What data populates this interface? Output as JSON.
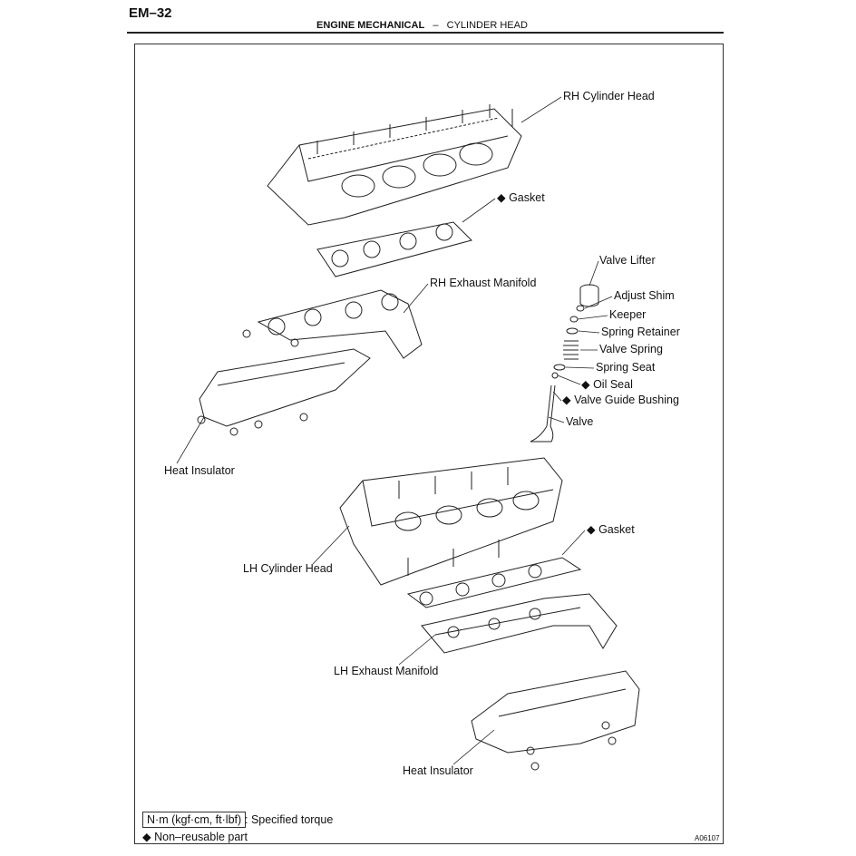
{
  "header": {
    "page_number": "EM–32",
    "section": "ENGINE MECHANICAL",
    "separator": "–",
    "subsection": "CYLINDER HEAD"
  },
  "diagram": {
    "labels": {
      "rh_cylinder_head": "RH Cylinder Head",
      "rh_gasket": "◆ Gasket",
      "valve_lifter": "Valve Lifter",
      "rh_exhaust_manifold": "RH Exhaust Manifold",
      "adjust_shim": "Adjust Shim",
      "keeper": "Keeper",
      "spring_retainer": "Spring Retainer",
      "valve_spring": "Valve Spring",
      "spring_seat": "Spring Seat",
      "oil_seal": "◆ Oil Seal",
      "valve_guide_bushing": "◆ Valve Guide Bushing",
      "valve": "Valve",
      "rh_heat_insulator": "Heat Insulator",
      "lh_gasket": "◆ Gasket",
      "lh_cylinder_head": "LH Cylinder Head",
      "lh_exhaust_manifold": "LH Exhaust Manifold",
      "lh_heat_insulator": "Heat Insulator"
    }
  },
  "legend": {
    "torque_unit": "N·m (kgf·cm, ft·lbf)",
    "torque_desc": ": Specified torque",
    "non_reusable": "◆ Non–reusable part"
  },
  "figure_code": "A06107"
}
